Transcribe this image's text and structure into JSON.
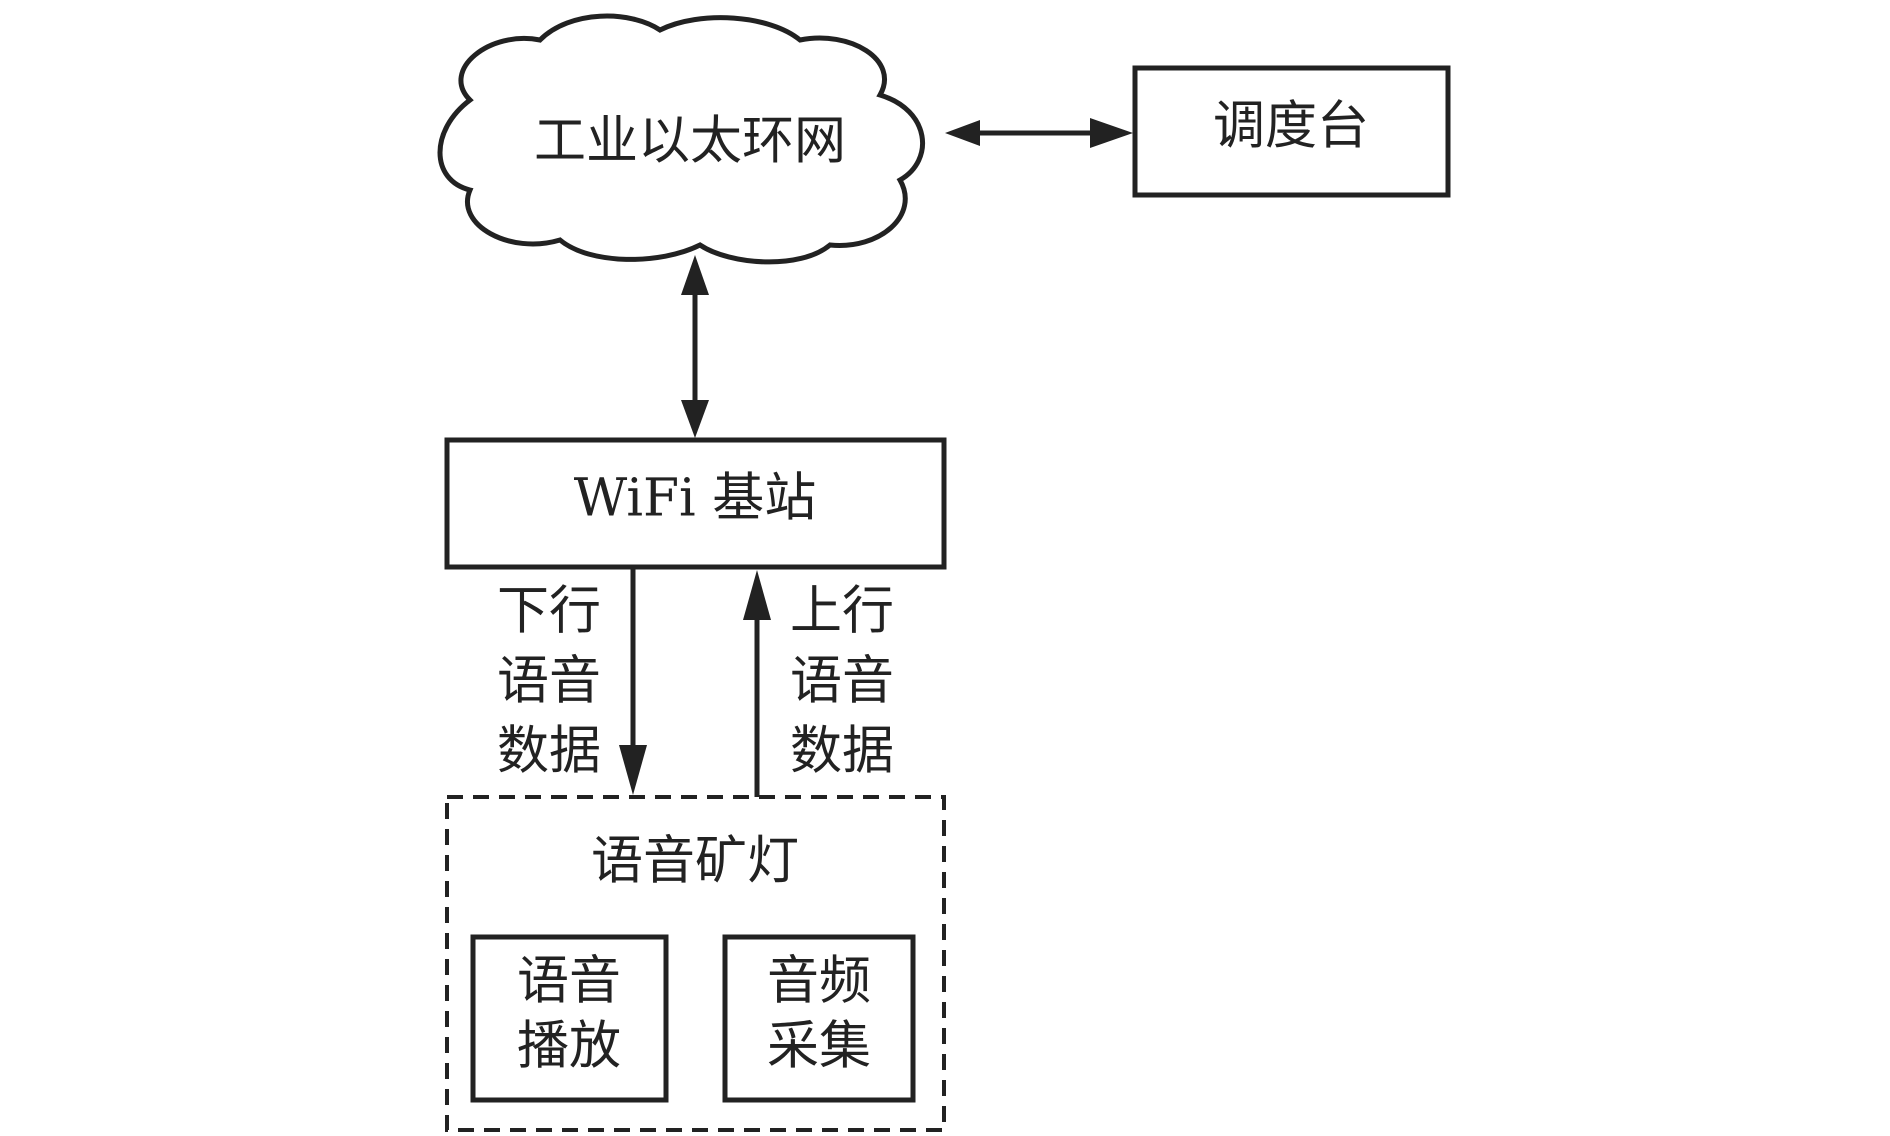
{
  "nodes": {
    "ethernet": "工业以太环网",
    "dispatch": "调度台",
    "wifi": "WiFi 基站",
    "lamp": "语音矿灯",
    "playback": [
      "语音",
      "播放"
    ],
    "capture": [
      "音频",
      "采集"
    ]
  },
  "edges": {
    "downlink": [
      "下行",
      "语音",
      "数据"
    ],
    "uplink": [
      "上行",
      "语音",
      "数据"
    ]
  }
}
